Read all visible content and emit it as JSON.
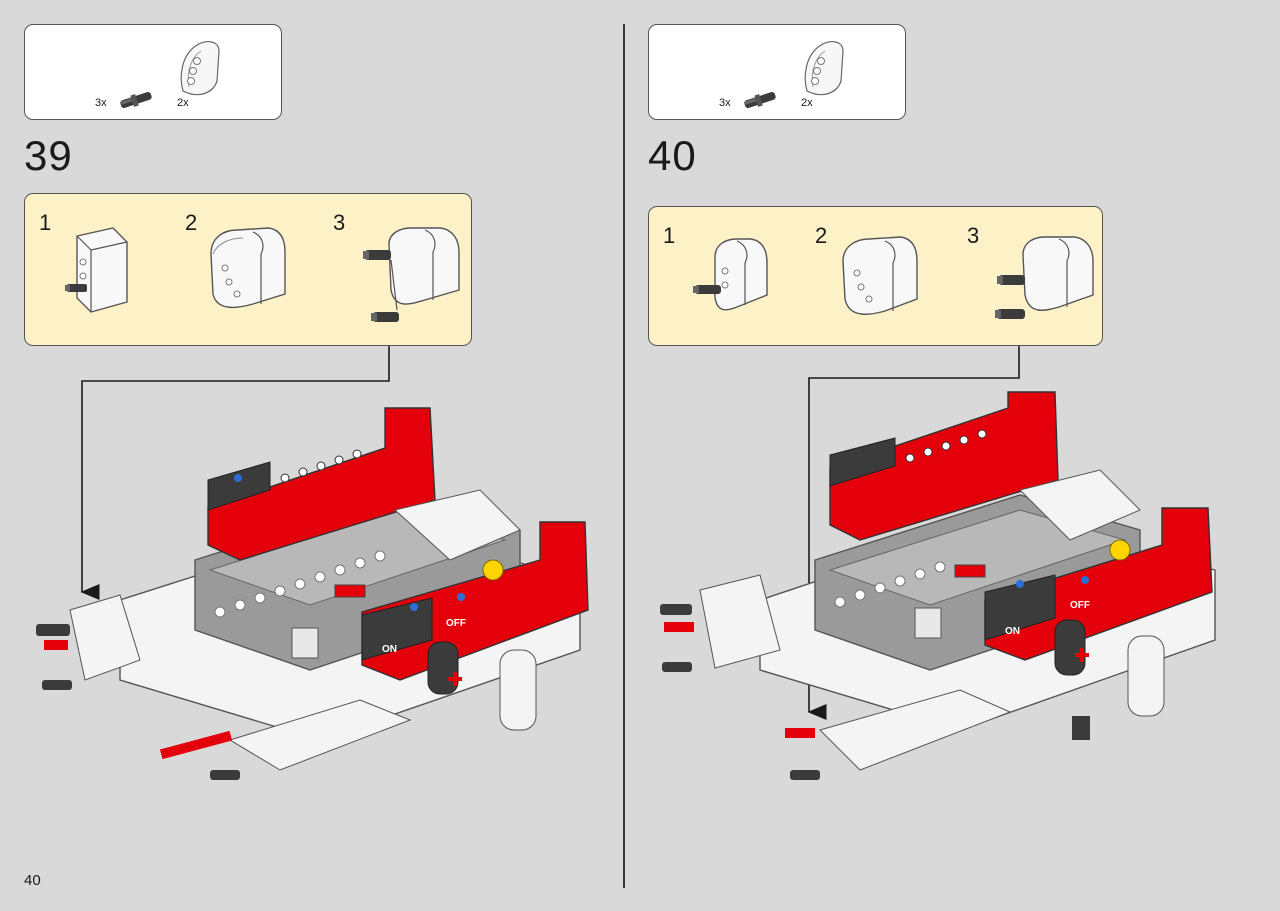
{
  "page": {
    "number": "40"
  },
  "steps": [
    {
      "number": "39",
      "parts": [
        {
          "qty": "3x",
          "icon": "axle-pin-part"
        },
        {
          "qty": "2x",
          "icon": "curved-panel-part"
        }
      ],
      "substeps": [
        "1",
        "2",
        "3"
      ],
      "power_switch": {
        "on": "ON",
        "off": "OFF"
      }
    },
    {
      "number": "40",
      "parts": [
        {
          "qty": "3x",
          "icon": "axle-pin-part"
        },
        {
          "qty": "2x",
          "icon": "curved-panel-part"
        }
      ],
      "substeps": [
        "1",
        "2",
        "3"
      ],
      "power_switch": {
        "on": "ON",
        "off": "OFF"
      }
    }
  ],
  "colors": {
    "background": "#d9d9d9",
    "substep_box": "#fdf1c8",
    "brick_red": "#e3000b",
    "brick_white": "#f4f4f4",
    "brick_dark": "#3b3b3b",
    "brick_grey": "#9a9a9a",
    "brick_yellow": "#ffd400"
  }
}
